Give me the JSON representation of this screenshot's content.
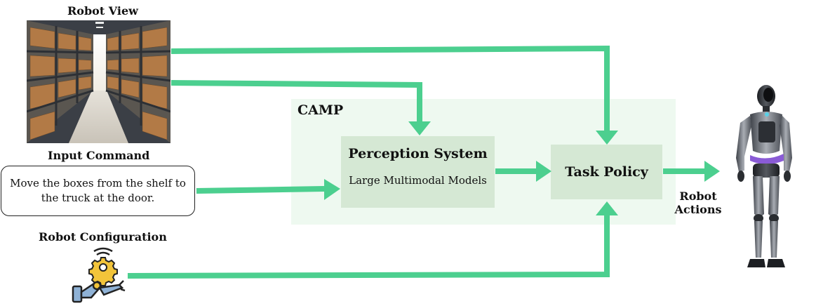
{
  "labels": {
    "robot_view": "Robot View",
    "input_command": "Input Command",
    "robot_configuration": "Robot Configuration",
    "robot_actions": "Robot Actions"
  },
  "command": {
    "text": "Move the boxes from the shelf to the truck at the door."
  },
  "camp": {
    "label": "CAMP"
  },
  "perception": {
    "title": "Perception System",
    "subtitle": "Large Multimodal Models"
  },
  "policy": {
    "title": "Task Policy"
  },
  "colors": {
    "arrow": "#4ccf8f",
    "camp_region": "#eef9f0",
    "module_box": "#d5e8d4"
  },
  "icons": {
    "robot_view": "warehouse-aisle-photo",
    "robot_configuration": "robot-arm-gear-icon",
    "robot": "humanoid-robot-image"
  }
}
